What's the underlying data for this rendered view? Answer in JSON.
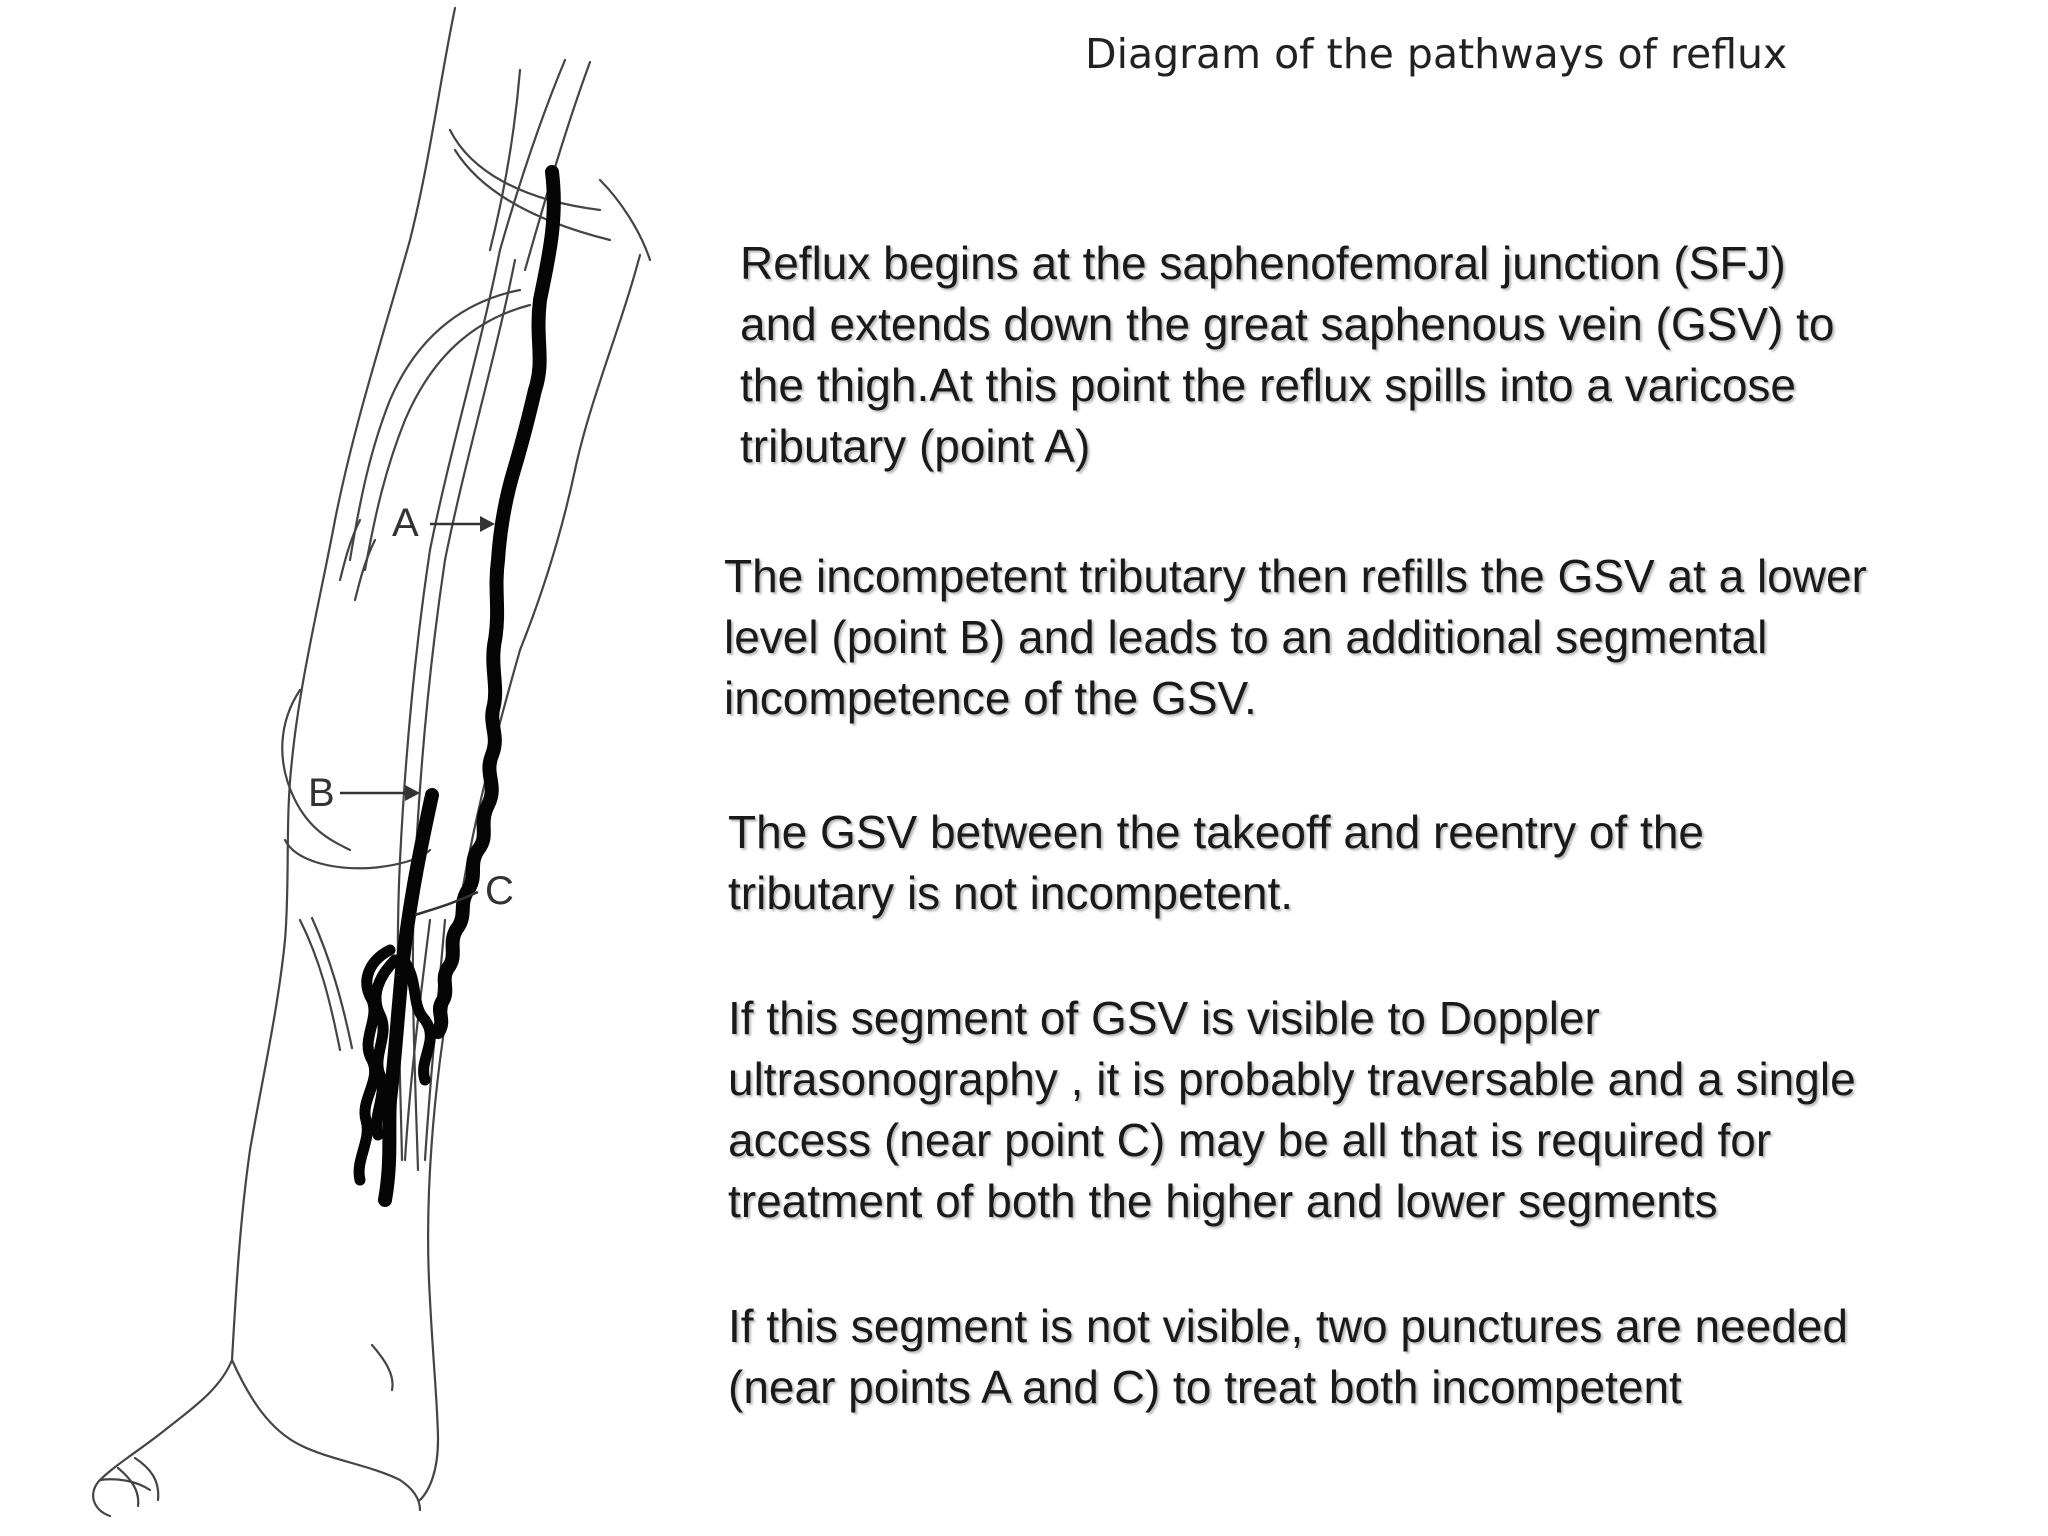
{
  "title": "Diagram of the pathways of reflux",
  "figure": {
    "labels": {
      "a": "A",
      "b": "B",
      "c": "C"
    }
  },
  "paragraphs": [
    "Reflux begins at the saphenofemoral junction (SFJ)\nand extends down the great saphenous vein (GSV) to\nthe thigh.At this point the reflux spills into a varicose\ntributary (point A)",
    "The incompetent tributary then refills the GSV at a lower\nlevel (point B) and leads to an additional segmental\nincompetence of the GSV.",
    "The GSV between the takeoff and reentry of the\ntributary is not incompetent.",
    "If this segment of GSV is visible to Doppler\nultrasonography , it is probably traversable and a single\naccess (near point C) may be all that is required for\ntreatment of both the higher and lower segments",
    "If this segment is not visible, two punctures are needed\n(near points A and C) to treat both incompetent"
  ]
}
